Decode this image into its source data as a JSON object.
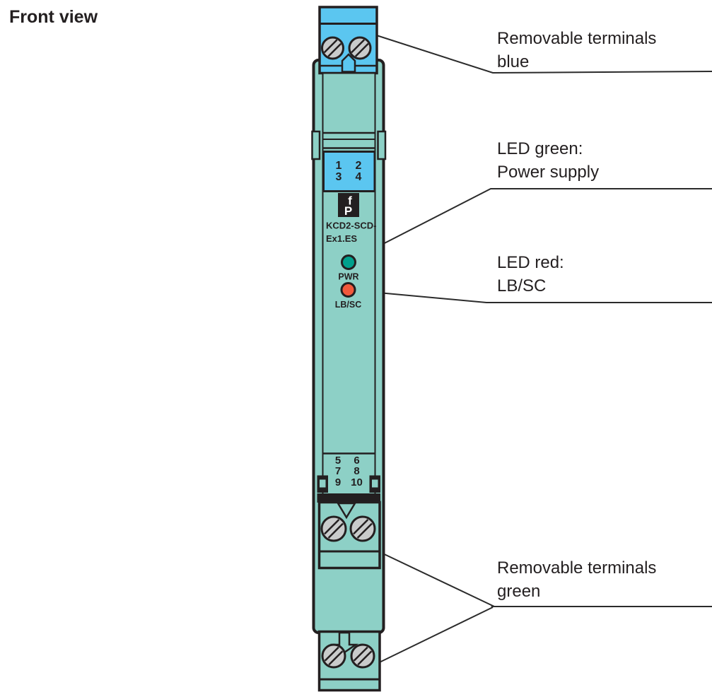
{
  "title": "Front view",
  "device": {
    "model_line1": "KCD2-SCD-",
    "model_line2": "Ex1.ES",
    "logo_top": "f",
    "logo_bottom": "P",
    "led_green_label": "PWR",
    "led_red_label": "LB/SC",
    "top_terminals": [
      "1",
      "2",
      "3",
      "4"
    ],
    "bottom_terminals": [
      "5",
      "6",
      "7",
      "8",
      "9",
      "10"
    ],
    "colors": {
      "body": "#8DD0C6",
      "terminal_blue": "#5BC6F0",
      "led_green": "#00A08C",
      "led_red": "#F1593C",
      "screw": "#C9CBCB",
      "outline": "#231F20"
    }
  },
  "icons": {
    "screw": "slotted-screw-circle",
    "led": "round-led-indicator"
  },
  "annotations": [
    {
      "line1": "Removable terminals",
      "line2": "blue"
    },
    {
      "line1": "LED green:",
      "line2": "Power supply"
    },
    {
      "line1": "LED red:",
      "line2": "LB/SC"
    },
    {
      "line1": "Removable terminals",
      "line2": "green"
    }
  ]
}
